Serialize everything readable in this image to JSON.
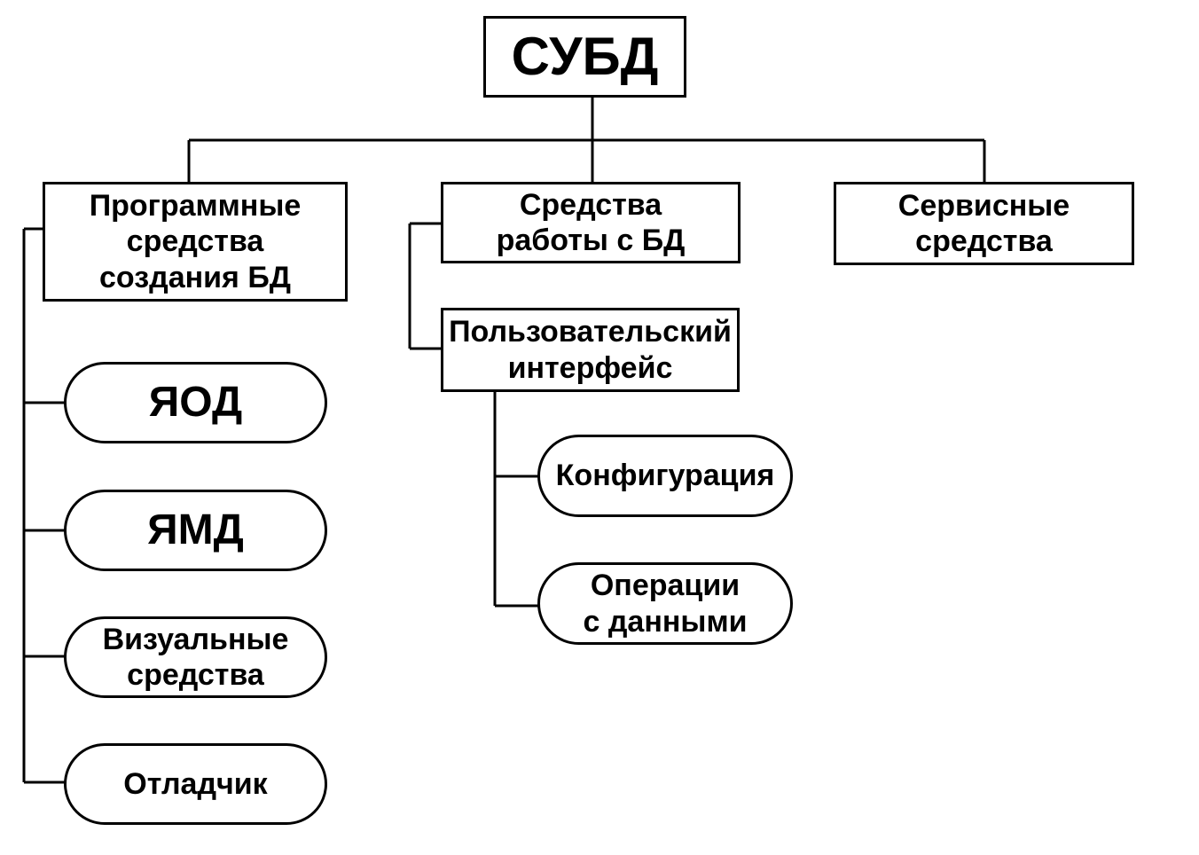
{
  "diagram": {
    "root": {
      "label": "СУБД"
    },
    "branches": [
      {
        "label": "Программные\nсредства\nсоздания БД"
      },
      {
        "label": "Средства\nработы с БД"
      },
      {
        "label": "Сервисные\nсредства"
      }
    ],
    "interface": {
      "label": "Пользовательский\nинтерфейс"
    },
    "creation_tools": [
      {
        "label": "ЯОД"
      },
      {
        "label": "ЯМД"
      },
      {
        "label": "Визуальные\nсредства"
      },
      {
        "label": "Отладчик"
      }
    ],
    "interface_items": [
      {
        "label": "Конфигурация"
      },
      {
        "label": "Операции\nс данными"
      }
    ]
  }
}
